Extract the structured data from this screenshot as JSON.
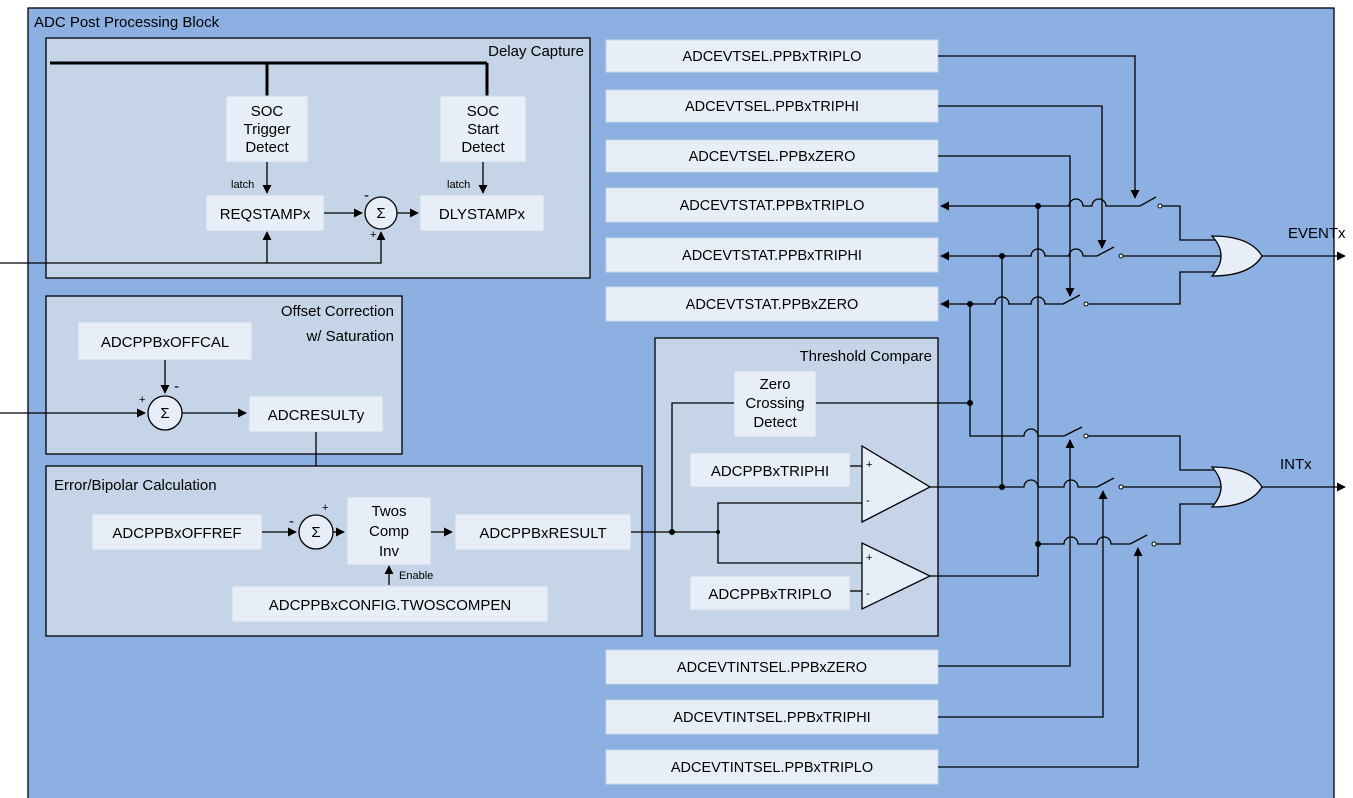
{
  "outer_title": "ADC Post Processing Block",
  "delay_capture": {
    "title": "Delay Capture",
    "soc_trigger_detect": [
      "SOC",
      "Trigger",
      "Detect"
    ],
    "soc_start_detect": [
      "SOC",
      "Start",
      "Detect"
    ],
    "latch_label": "latch",
    "reqstamp": "REQSTAMPx",
    "dlystamp": "DLYSTAMPx",
    "sum_symbol": "Σ",
    "minus": "-",
    "plus": "+"
  },
  "offset_correction": {
    "title_line1": "Offset Correction",
    "title_line2": "w/ Saturation",
    "offcal": "ADCPPBxOFFCAL",
    "result_y": "ADCRESULTy",
    "sum_symbol": "Σ",
    "plus": "+",
    "minus": "-"
  },
  "error_bipolar": {
    "title": "Error/Bipolar Calculation",
    "offref": "ADCPPBxOFFREF",
    "twos_comp": [
      "Twos",
      "Comp",
      "Inv"
    ],
    "ppb_result": "ADCPPBxRESULT",
    "enable_label": "Enable",
    "twoscompen": "ADCPPBxCONFIG.TWOSCOMPEN",
    "sum_symbol": "Σ",
    "minus": "-",
    "plus": "+"
  },
  "threshold_compare": {
    "title": "Threshold Compare",
    "zero_crossing": [
      "Zero",
      "Crossing",
      "Detect"
    ],
    "triphi": "ADCPPBxTRIPHI",
    "triplo": "ADCPPBxTRIPLO",
    "plus": "+",
    "minus": "-"
  },
  "event_registers": [
    "ADCEVTSEL.PPBxTRIPLO",
    "ADCEVTSEL.PPBxTRIPHI",
    "ADCEVTSEL.PPBxZERO",
    "ADCEVTSTAT.PPBxTRIPLO",
    "ADCEVTSTAT.PPBxTRIPHI",
    "ADCEVTSTAT.PPBxZERO"
  ],
  "int_registers": [
    "ADCEVTINTSEL.PPBxZERO",
    "ADCEVTINTSEL.PPBxTRIPHI",
    "ADCEVTINTSEL.PPBxTRIPLO"
  ],
  "outputs": {
    "event": "EVENTx",
    "int": "INTx"
  },
  "colors": {
    "outer_fill": "#8db0e2",
    "inner_fill": "#c5d4e6",
    "register_fill": "#e8eef8"
  }
}
